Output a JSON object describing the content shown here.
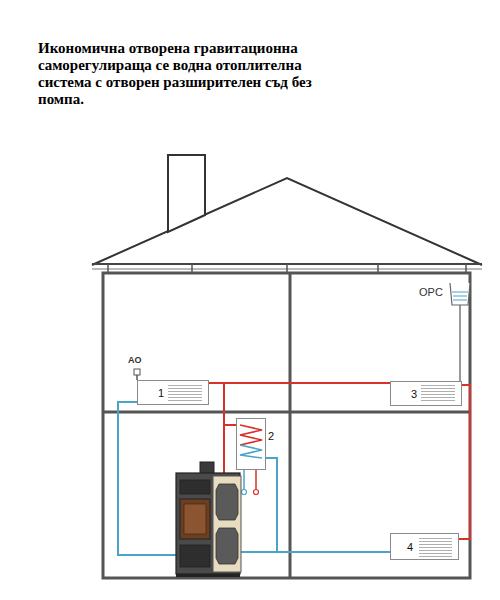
{
  "diagram": {
    "title": "Икономична отворена гравитационна саморегулираща се водна отоплителна система с отворен разширителен съд без помпа.",
    "nodes": [
      {
        "text": [
          "1"
        ]
      },
      {
        "text": [
          "3"
        ]
      },
      {
        "text": [
          "2"
        ]
      },
      {
        "text": [
          "4"
        ]
      }
    ],
    "edges": [
      {
        "from": 0,
        "to": 1,
        "arrow": "none"
      },
      {
        "from": 1,
        "to": 3,
        "arrow": "none"
      }
    ],
    "labels": [
      "AO",
      "OPC"
    ]
  }
}
